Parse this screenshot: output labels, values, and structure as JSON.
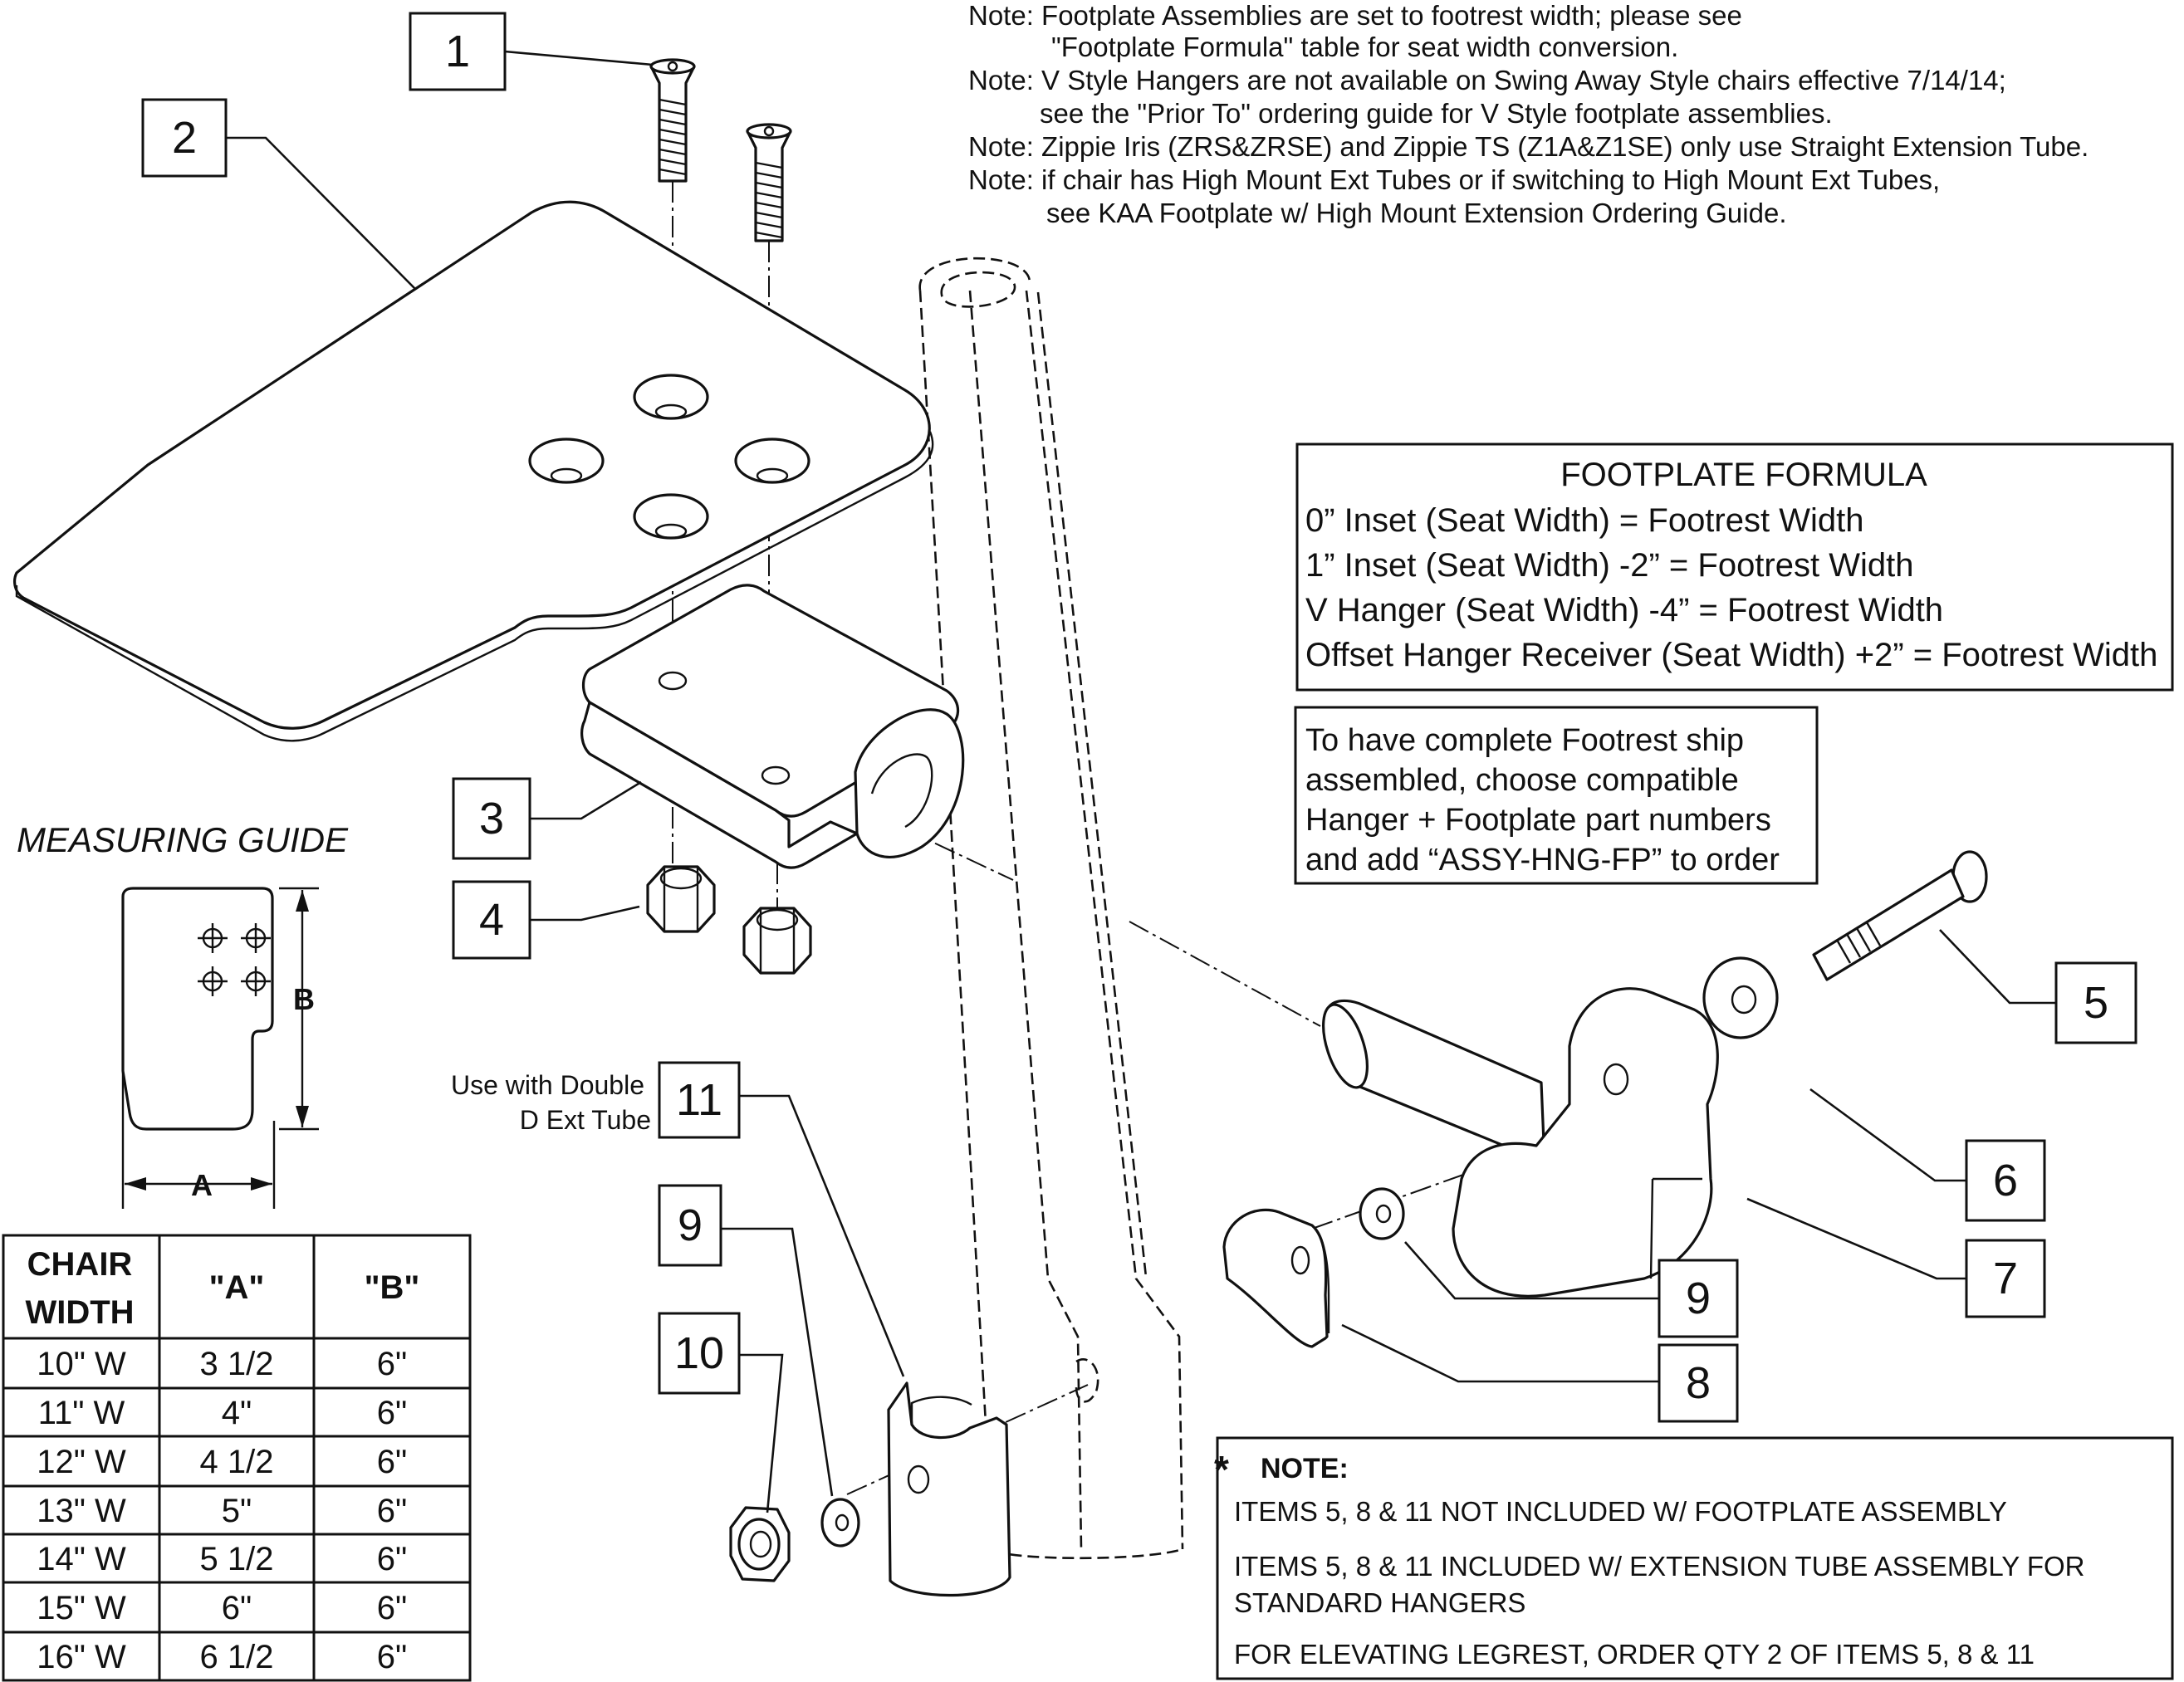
{
  "notes": [
    "Note: Footplate Assemblies are set to footrest width; please see",
    "\"Footplate Formula\" table for seat width conversion.",
    "Note: V Style Hangers are not available on Swing Away Style chairs effective 7/14/14;",
    "see the \"Prior To\" ordering guide for V Style footplate assemblies.",
    "Note: Zippie Iris (ZRS&ZRSE) and Zippie TS (Z1A&Z1SE) only use Straight Extension Tube.",
    "Note: if chair has High Mount Ext Tubes or if switching to High Mount Ext Tubes,",
    "see KAA Footplate w/ High Mount Extension Ordering Guide."
  ],
  "formula": {
    "title": "FOOTPLATE FORMULA",
    "lines": [
      "0” Inset (Seat Width) = Footrest Width",
      "1” Inset (Seat Width) -2” = Footrest Width",
      "V Hanger (Seat Width) -4” = Footrest Width",
      "Offset Hanger Receiver (Seat Width) +2” = Footrest Width"
    ]
  },
  "assembly_note": [
    "To have complete Footrest ship",
    "assembled, choose compatible",
    "Hanger + Footplate part numbers",
    "and add “ASSY-HNG-FP” to order"
  ],
  "star_note": {
    "star": "*",
    "title": "NOTE:",
    "lines": [
      "ITEMS 5, 8 & 11 NOT INCLUDED W/ FOOTPLATE ASSEMBLY",
      "ITEMS 5, 8 & 11 INCLUDED W/ EXTENSION TUBE ASSEMBLY FOR",
      "STANDARD HANGERS",
      "FOR ELEVATING LEGREST, ORDER QTY 2 OF ITEMS 5, 8 & 11"
    ]
  },
  "measuring_guide": {
    "title": "MEASURING GUIDE",
    "dim_a": "A",
    "dim_b": "B"
  },
  "double_d_label": [
    "Use with Double",
    "D Ext Tube"
  ],
  "callouts": {
    "c1": "1",
    "c2": "2",
    "c3": "3",
    "c4": "4",
    "c5": "5",
    "c6": "6",
    "c7": "7",
    "c8": "8",
    "c9a": "9",
    "c9b": "9",
    "c10": "10",
    "c11": "11"
  },
  "table": {
    "headers": [
      "CHAIR",
      "WIDTH",
      "\"A\"",
      "\"B\""
    ],
    "rows": [
      [
        "10\" W",
        "3 1/2",
        "6\""
      ],
      [
        "11\" W",
        "4\"",
        "6\""
      ],
      [
        "12\" W",
        "4 1/2",
        "6\""
      ],
      [
        "13\" W",
        "5\"",
        "6\""
      ],
      [
        "14\" W",
        "5 1/2",
        "6\""
      ],
      [
        "15\" W",
        "6\"",
        "6\""
      ],
      [
        "16\" W",
        "6 1/2",
        "6\""
      ]
    ]
  }
}
